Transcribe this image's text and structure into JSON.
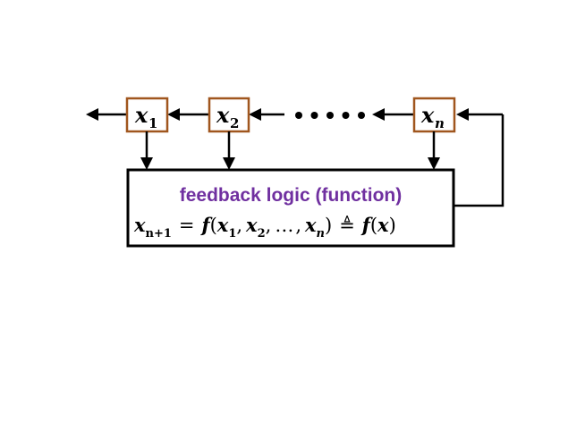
{
  "registers": [
    {
      "var": "x",
      "sub": "1"
    },
    {
      "var": "x",
      "sub": "2"
    },
    {
      "var": "x",
      "sub": "n"
    }
  ],
  "ellipsis_dots": 5,
  "logic": {
    "title": "feedback logic (function)",
    "title_color": "#7030A0"
  },
  "equation": {
    "lhs_var": "x",
    "lhs_sub": "n+1",
    "equals": "=",
    "func": "f",
    "open_paren": "(",
    "args": [
      {
        "var": "x",
        "sub": "1"
      },
      {
        "var": "x",
        "sub": "2"
      },
      {
        "text": "…"
      },
      {
        "var": "x",
        "sub": "n"
      }
    ],
    "separator": ",",
    "close_paren": ")",
    "defeq": "≜",
    "rhs_func": "f",
    "rhs_arg": "x"
  },
  "colors": {
    "register_border": "#A0561E",
    "lines": "#000000"
  }
}
